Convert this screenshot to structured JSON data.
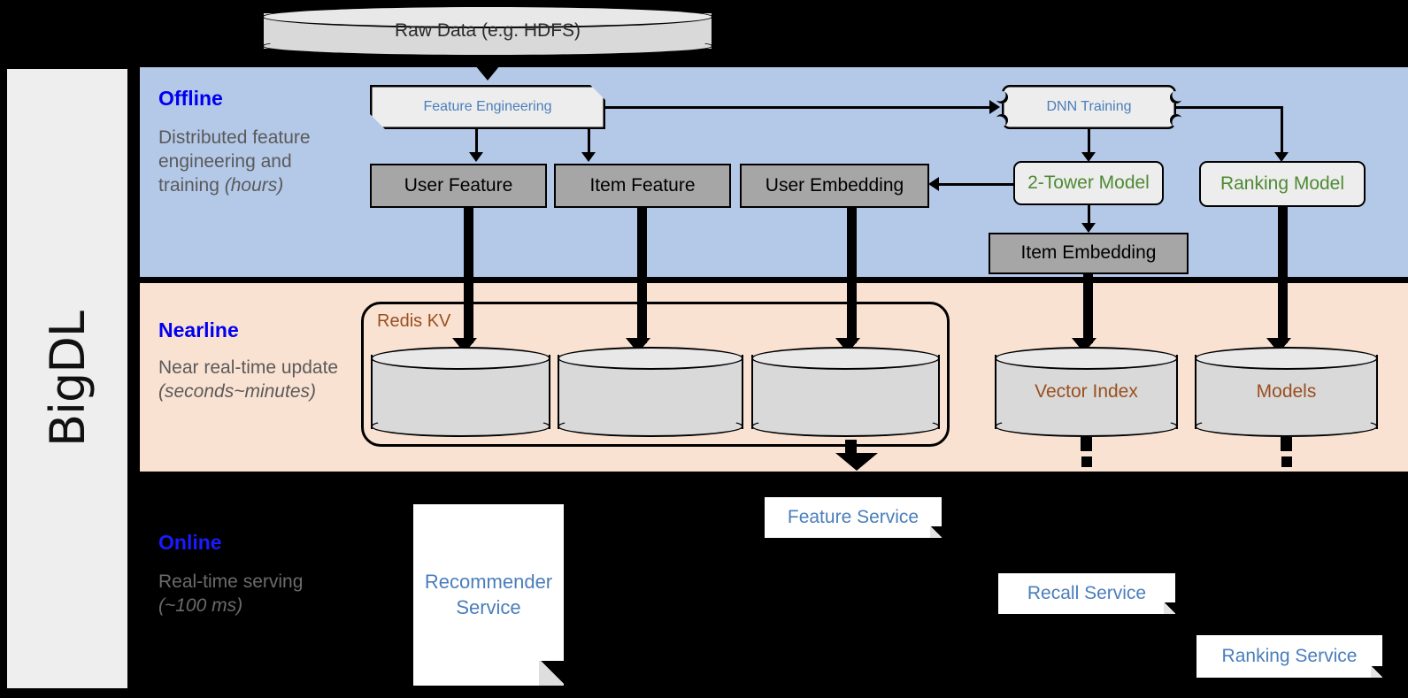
{
  "sidebar": {
    "label": "BigDL"
  },
  "source": {
    "label": "Raw Data (e.g. HDFS)"
  },
  "bands": {
    "offline": {
      "title": "Offline",
      "sub_plain": "Distributed feature engineering and training ",
      "sub_em": "(hours)"
    },
    "nearline": {
      "title": "Nearline",
      "sub_plain": "Near real-time update ",
      "sub_em": "(seconds~minutes)"
    },
    "online": {
      "title": "Online",
      "sub_plain": "Real-time serving ",
      "sub_em": "(~100 ms)"
    }
  },
  "offline_nodes": {
    "feature_engineering": "Feature Engineering",
    "dnn_training": "DNN Training",
    "user_feature": "User Feature",
    "item_feature": "Item Feature",
    "user_embedding": "User Embedding",
    "two_tower_model": "2-Tower Model",
    "ranking_model": "Ranking Model",
    "item_embedding": "Item Embedding"
  },
  "nearline_nodes": {
    "redis_kv": "Redis KV",
    "kv_stores": [
      "",
      "",
      ""
    ],
    "vector_index": "Vector Index",
    "models": "Models"
  },
  "online_nodes": {
    "recommender_service": "Recommender Service",
    "feature_service": "Feature Service",
    "recall_service": "Recall Service",
    "ranking_service": "Ranking Service"
  },
  "colors": {
    "offline_band": "#b4c8e8",
    "nearline_band": "#fae2d2",
    "online_band": "#000000",
    "band_title": "#0000ee",
    "blue_text": "#4a7ebb",
    "green_text": "#4e8a34",
    "brown_text": "#9a4f1e",
    "gray_box": "#a6a6a6",
    "sidebar": "#eeeeee"
  }
}
